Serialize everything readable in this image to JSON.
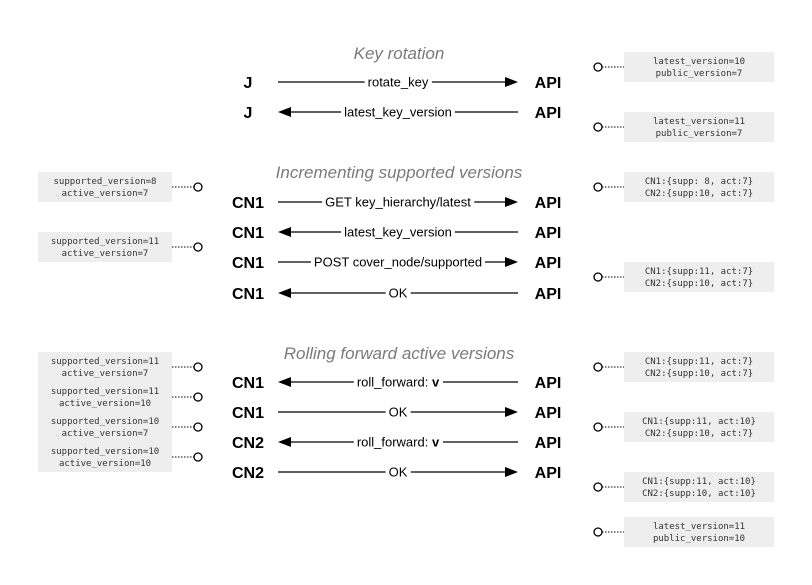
{
  "sections": [
    {
      "title": "Key rotation",
      "messages": [
        {
          "from": "J",
          "to": "API",
          "direction": "right",
          "label": "rotate_key"
        },
        {
          "from": "J",
          "to": "API",
          "direction": "left",
          "label": "latest_key_version"
        }
      ]
    },
    {
      "title": "Incrementing supported versions",
      "messages": [
        {
          "from": "CN1",
          "to": "API",
          "direction": "right",
          "label": "GET key_hierarchy/latest"
        },
        {
          "from": "CN1",
          "to": "API",
          "direction": "left",
          "label": "latest_key_version"
        },
        {
          "from": "CN1",
          "to": "API",
          "direction": "right",
          "label": "POST cover_node/supported"
        },
        {
          "from": "CN1",
          "to": "API",
          "direction": "left",
          "label": "OK"
        }
      ]
    },
    {
      "title": "Rolling forward active versions",
      "messages": [
        {
          "from": "CN1",
          "to": "API",
          "direction": "left",
          "label": "roll_forward: ",
          "label_bold": "v"
        },
        {
          "from": "CN1",
          "to": "API",
          "direction": "right",
          "label": "OK"
        },
        {
          "from": "CN2",
          "to": "API",
          "direction": "left",
          "label": "roll_forward: ",
          "label_bold": "v"
        },
        {
          "from": "CN2",
          "to": "API",
          "direction": "right",
          "label": "OK"
        }
      ]
    }
  ],
  "left_notes": [
    {
      "lines": [
        "supported_version=8",
        "active_version=7"
      ]
    },
    {
      "lines": [
        "supported_version=11",
        "active_version=7"
      ]
    },
    {
      "lines": [
        "supported_version=11",
        "active_version=7"
      ]
    },
    {
      "lines": [
        "supported_version=11",
        "active_version=10"
      ]
    },
    {
      "lines": [
        "supported_version=10",
        "active_version=7"
      ]
    },
    {
      "lines": [
        "supported_version=10",
        "active_version=10"
      ]
    }
  ],
  "right_notes": [
    {
      "lines": [
        "latest_version=10",
        "public_version=7"
      ]
    },
    {
      "lines": [
        "latest_version=11",
        "public_version=7"
      ]
    },
    {
      "lines": [
        "CN1:{supp: 8, act:7}",
        "CN2:{supp:10, act:7}"
      ]
    },
    {
      "lines": [
        "CN1:{supp:11, act:7}",
        "CN2:{supp:10, act:7}"
      ]
    },
    {
      "lines": [
        "CN1:{supp:11, act:7}",
        "CN2:{supp:10, act:7}"
      ]
    },
    {
      "lines": [
        "CN1:{supp:11, act:10}",
        "CN2:{supp:10, act:7}"
      ]
    },
    {
      "lines": [
        "CN1:{supp:11, act:10}",
        "CN2:{supp:10, act:10}"
      ]
    },
    {
      "lines": [
        "latest_version=11",
        "public_version=10"
      ]
    }
  ]
}
